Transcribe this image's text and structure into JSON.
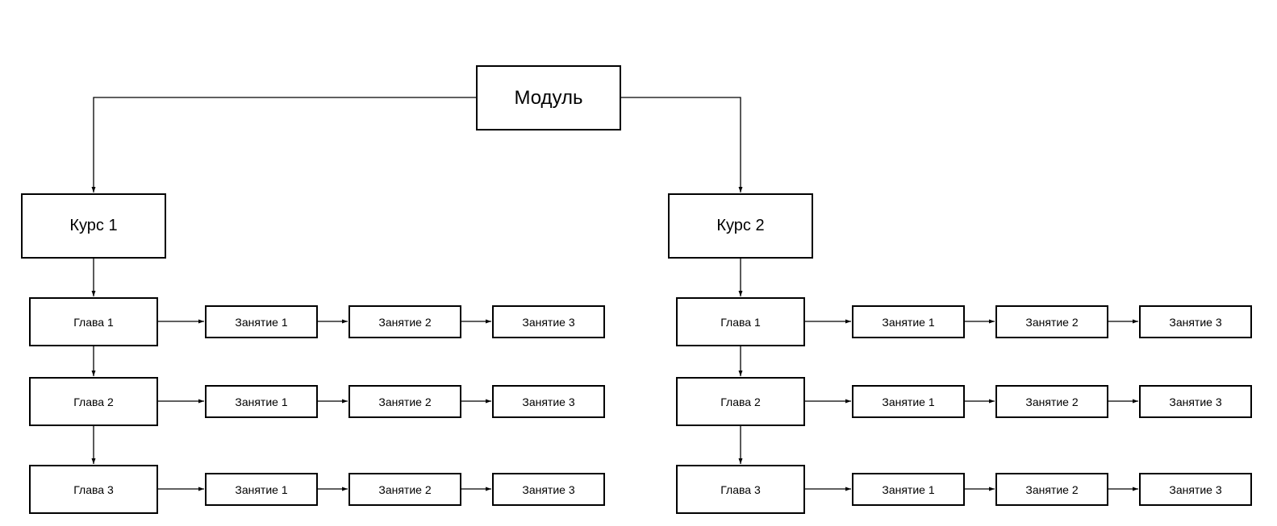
{
  "diagram": {
    "root": {
      "label": "Модуль"
    },
    "courses": [
      {
        "label": "Курс 1",
        "chapters": [
          {
            "label": "Глава 1",
            "lessons": [
              "Занятие 1",
              "Занятие 2",
              "Занятие 3"
            ]
          },
          {
            "label": "Глава 2",
            "lessons": [
              "Занятие 1",
              "Занятие 2",
              "Занятие 3"
            ]
          },
          {
            "label": "Глава 3",
            "lessons": [
              "Занятие 1",
              "Занятие 2",
              "Занятие 3"
            ]
          }
        ]
      },
      {
        "label": "Курс 2",
        "chapters": [
          {
            "label": "Глава 1",
            "lessons": [
              "Занятие 1",
              "Занятие 2",
              "Занятие 3"
            ]
          },
          {
            "label": "Глава 2",
            "lessons": [
              "Занятие 1",
              "Занятие 2",
              "Занятие 3"
            ]
          },
          {
            "label": "Глава 3",
            "lessons": [
              "Занятие 1",
              "Занятие 2",
              "Занятие 3"
            ]
          }
        ]
      }
    ],
    "colors": {
      "stroke": "#000000",
      "background": "#ffffff",
      "text": "#000000"
    }
  }
}
